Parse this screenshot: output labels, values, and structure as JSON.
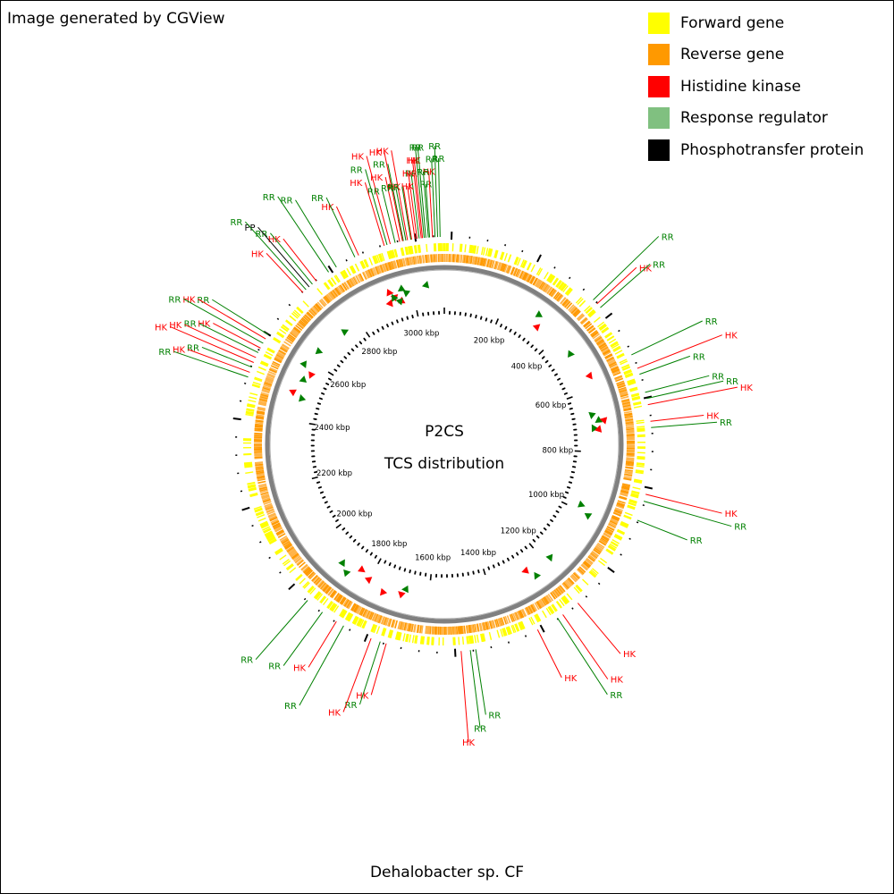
{
  "credit": "Image generated by CGView",
  "map_title": "P2CS",
  "map_subtitle": "TCS distribution",
  "organism": "Dehalobacter sp. CF",
  "colors": {
    "forward": "#ffff00",
    "reverse": "#ff9900",
    "hk": "#ff0000",
    "rr": "#008000",
    "pp": "#000000",
    "backbone": "#777777",
    "rr_legend": "#80c080"
  },
  "legend": [
    {
      "label": "Forward gene",
      "color": "#ffff00"
    },
    {
      "label": "Reverse gene",
      "color": "#ff9900"
    },
    {
      "label": "Histidine kinase",
      "color": "#ff0000"
    },
    {
      "label": "Response regulator",
      "color": "#80c080"
    },
    {
      "label": "Phosphotransfer protein",
      "color": "#000000"
    }
  ],
  "tick_labels": [
    "200 kbp",
    "400 kbp",
    "600 kbp",
    "800 kbp",
    "1000 kbp",
    "1200 kbp",
    "1400 kbp",
    "1600 kbp",
    "1800 kbp",
    "2000 kbp",
    "2200 kbp",
    "2400 kbp",
    "2600 kbp",
    "2800 kbp",
    "3000 kbp"
  ],
  "genome_kbp": 3100,
  "gene_labels": [
    {
      "t": "RR",
      "p": 3065
    },
    {
      "t": "HK",
      "p": 3072
    },
    {
      "t": "RR",
      "p": 3078
    },
    {
      "t": "RR",
      "p": 3084
    },
    {
      "t": "HK",
      "p": 3022
    },
    {
      "t": "RR",
      "p": 3040
    },
    {
      "t": "HK",
      "p": 3048
    },
    {
      "t": "RR",
      "p": 3056
    },
    {
      "t": "HK",
      "p": 3030
    },
    {
      "t": "RR",
      "p": 3062
    },
    {
      "t": "RR",
      "p": 3090
    },
    {
      "t": "HK",
      "p": 2970
    },
    {
      "t": "RR",
      "p": 2982
    },
    {
      "t": "HK",
      "p": 2993
    },
    {
      "t": "RR",
      "p": 3002
    },
    {
      "t": "HK",
      "p": 3012
    },
    {
      "t": "RR",
      "p": 3020
    },
    {
      "t": "HK",
      "p": 2955
    },
    {
      "t": "RR",
      "p": 2962
    },
    {
      "t": "HK",
      "p": 3000
    },
    {
      "t": "RR",
      "p": 3008
    },
    {
      "t": "HK",
      "p": 3035
    },
    {
      "t": "HK",
      "p": 3045
    },
    {
      "t": "RR",
      "p": 3052
    },
    {
      "t": "HK",
      "p": 2890
    },
    {
      "t": "RR",
      "p": 2880
    },
    {
      "t": "RR",
      "p": 2830
    },
    {
      "t": "RR",
      "p": 2808
    },
    {
      "t": "HK",
      "p": 2772
    },
    {
      "t": "RR",
      "p": 2760
    },
    {
      "t": "PP",
      "p": 2750
    },
    {
      "t": "RR",
      "p": 2740
    },
    {
      "t": "HK",
      "p": 2730
    },
    {
      "t": "RR",
      "p": 2600
    },
    {
      "t": "HK",
      "p": 2588
    },
    {
      "t": "RR",
      "p": 2576
    },
    {
      "t": "HK",
      "p": 2563
    },
    {
      "t": "RR",
      "p": 2551
    },
    {
      "t": "HK",
      "p": 2538
    },
    {
      "t": "HK",
      "p": 2525
    },
    {
      "t": "RR",
      "p": 2513
    },
    {
      "t": "HK",
      "p": 2500
    },
    {
      "t": "RR",
      "p": 2488
    },
    {
      "t": "RR",
      "p": 395
    },
    {
      "t": "HK",
      "p": 408
    },
    {
      "t": "RR",
      "p": 420
    },
    {
      "t": "RR",
      "p": 555
    },
    {
      "t": "HK",
      "p": 590
    },
    {
      "t": "RR",
      "p": 605
    },
    {
      "t": "RR",
      "p": 650
    },
    {
      "t": "RR",
      "p": 665
    },
    {
      "t": "HK",
      "p": 680
    },
    {
      "t": "HK",
      "p": 720
    },
    {
      "t": "RR",
      "p": 735
    },
    {
      "t": "HK",
      "p": 895
    },
    {
      "t": "RR",
      "p": 912
    },
    {
      "t": "RR",
      "p": 960
    },
    {
      "t": "HK",
      "p": 1205
    },
    {
      "t": "HK",
      "p": 1250
    },
    {
      "t": "RR",
      "p": 1265
    },
    {
      "t": "HK",
      "p": 1320
    },
    {
      "t": "RR",
      "p": 1475
    },
    {
      "t": "RR",
      "p": 1488
    },
    {
      "t": "HK",
      "p": 1510
    },
    {
      "t": "HK",
      "p": 1690
    },
    {
      "t": "RR",
      "p": 1705
    },
    {
      "t": "HK",
      "p": 1728
    },
    {
      "t": "RR",
      "p": 1800
    },
    {
      "t": "HK",
      "p": 1820
    },
    {
      "t": "RR",
      "p": 1860
    },
    {
      "t": "RR",
      "p": 1905
    }
  ],
  "inner_features": [
    {
      "t": "HK",
      "p": 2958
    },
    {
      "t": "HK",
      "p": 2942
    },
    {
      "t": "HK",
      "p": 2930
    },
    {
      "t": "HK",
      "p": 2920
    },
    {
      "t": "RR",
      "p": 2978
    },
    {
      "t": "RR",
      "p": 2965
    },
    {
      "t": "RR",
      "p": 2950
    },
    {
      "t": "RR",
      "p": 2936
    },
    {
      "t": "RR",
      "p": 3045
    },
    {
      "t": "RR",
      "p": 2745
    },
    {
      "t": "RR",
      "p": 2640
    },
    {
      "t": "RR",
      "p": 2580
    },
    {
      "t": "HK",
      "p": 2560
    },
    {
      "t": "RR",
      "p": 2535
    },
    {
      "t": "HK",
      "p": 2490
    },
    {
      "t": "RR",
      "p": 2480
    },
    {
      "t": "RR",
      "p": 1900
    },
    {
      "t": "RR",
      "p": 1870
    },
    {
      "t": "HK",
      "p": 1835
    },
    {
      "t": "HK",
      "p": 1800
    },
    {
      "t": "HK",
      "p": 1745
    },
    {
      "t": "RR",
      "p": 1680
    },
    {
      "t": "HK",
      "p": 1690
    },
    {
      "t": "RR",
      "p": 310
    },
    {
      "t": "HK",
      "p": 330
    },
    {
      "t": "RR",
      "p": 470
    },
    {
      "t": "HK",
      "p": 560
    },
    {
      "t": "RR",
      "p": 680
    },
    {
      "t": "RR",
      "p": 700
    },
    {
      "t": "HK",
      "p": 700
    },
    {
      "t": "RR",
      "p": 720
    },
    {
      "t": "HK",
      "p": 725
    },
    {
      "t": "RR",
      "p": 1000
    },
    {
      "t": "RR",
      "p": 980
    },
    {
      "t": "RR",
      "p": 1180
    },
    {
      "t": "RR",
      "p": 1250
    },
    {
      "t": "HK",
      "p": 1270
    }
  ]
}
